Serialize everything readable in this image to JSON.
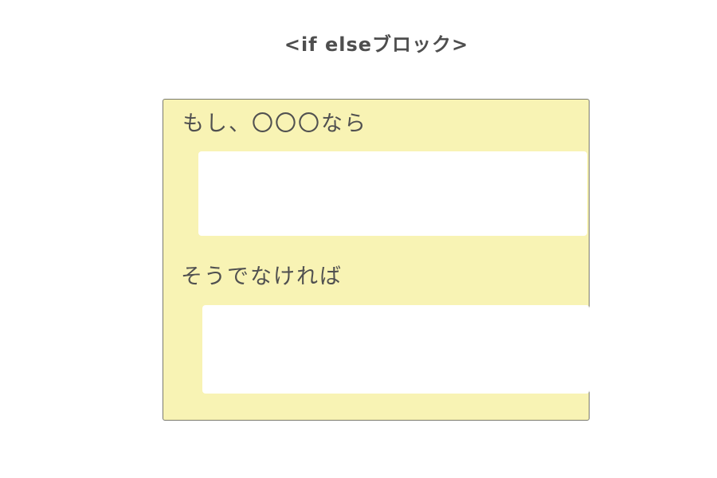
{
  "title": "<if elseブロック>",
  "block": {
    "if_label": "もし、〇〇〇なら",
    "else_label": "そうでなければ"
  },
  "colors": {
    "block_fill": "#f8f3b4",
    "block_border": "#7a7a6e",
    "slot_fill": "#ffffff",
    "text": "#505050"
  }
}
